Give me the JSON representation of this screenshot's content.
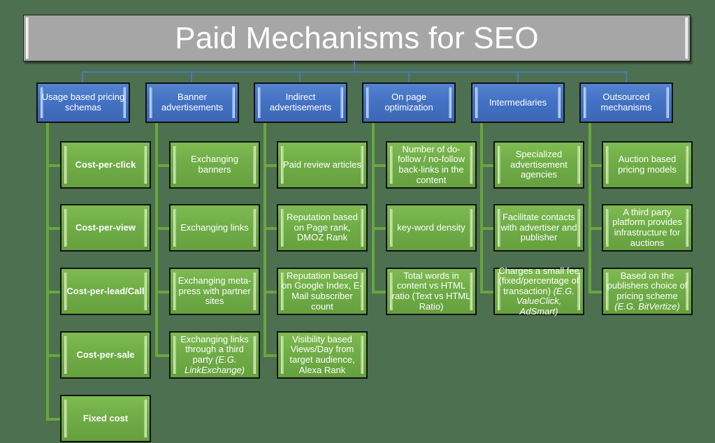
{
  "title": "Paid Mechanisms for SEO",
  "colors": {
    "background": "#4c7050",
    "title_bar": "#a6a6a6",
    "category_box": "#4472c4",
    "item_box": "#70ad47",
    "blue_connector": "#4a77c4",
    "green_connector": "#6aa63b",
    "text": "#ffffff"
  },
  "categories": [
    {
      "label": "Usage based pricing schemas",
      "items": [
        {
          "text": "Cost-per-click",
          "emphasis": ""
        },
        {
          "text": "Cost-per-view",
          "emphasis": ""
        },
        {
          "text": "Cost-per-lead/Call",
          "emphasis": ""
        },
        {
          "text": "Cost-per-sale",
          "emphasis": ""
        },
        {
          "text": "Fixed cost",
          "emphasis": ""
        }
      ]
    },
    {
      "label": "Banner advertisements",
      "items": [
        {
          "text": "Exchanging banners",
          "emphasis": ""
        },
        {
          "text": "Exchanging links",
          "emphasis": ""
        },
        {
          "text": "Exchanging meta-press with partner sites",
          "emphasis": ""
        },
        {
          "text": "Exchanging links through a third party ",
          "emphasis": "(E.G. LinkExchange)"
        }
      ]
    },
    {
      "label": "Indirect advertisements",
      "items": [
        {
          "text": "Paid review articles",
          "emphasis": ""
        },
        {
          "text": "Reputation based on Page rank, DMOZ Rank",
          "emphasis": ""
        },
        {
          "text": "Reputation based on Google Index, E-Mail subscriber count",
          "emphasis": ""
        },
        {
          "text": "Visibility based Views/Day from target audience, Alexa Rank",
          "emphasis": ""
        }
      ]
    },
    {
      "label": "On page optimization",
      "items": [
        {
          "text": "Number of do-follow / no-follow back-links in the content",
          "emphasis": ""
        },
        {
          "text": "key-word density",
          "emphasis": ""
        },
        {
          "text": "Total words in content vs HTML ratio (Text vs HTML Ratio)",
          "emphasis": ""
        }
      ]
    },
    {
      "label": "Intermediaries",
      "items": [
        {
          "text": "Specialized advertisement agencies",
          "emphasis": ""
        },
        {
          "text": "Facilitate contacts with advertiser and publisher",
          "emphasis": ""
        },
        {
          "text": "Charges a small fee (fixed/percentage of transaction) ",
          "emphasis": "(E.G. ValueClick, AdSmart)"
        }
      ]
    },
    {
      "label": "Outsourced mechanisms",
      "items": [
        {
          "text": "Auction based pricing models",
          "emphasis": ""
        },
        {
          "text": "A third party platform provides infrastructure for auctions",
          "emphasis": ""
        },
        {
          "text": "Based on the publishers choice of pricing scheme ",
          "emphasis": "(E.G. BitVertize)"
        }
      ]
    }
  ]
}
